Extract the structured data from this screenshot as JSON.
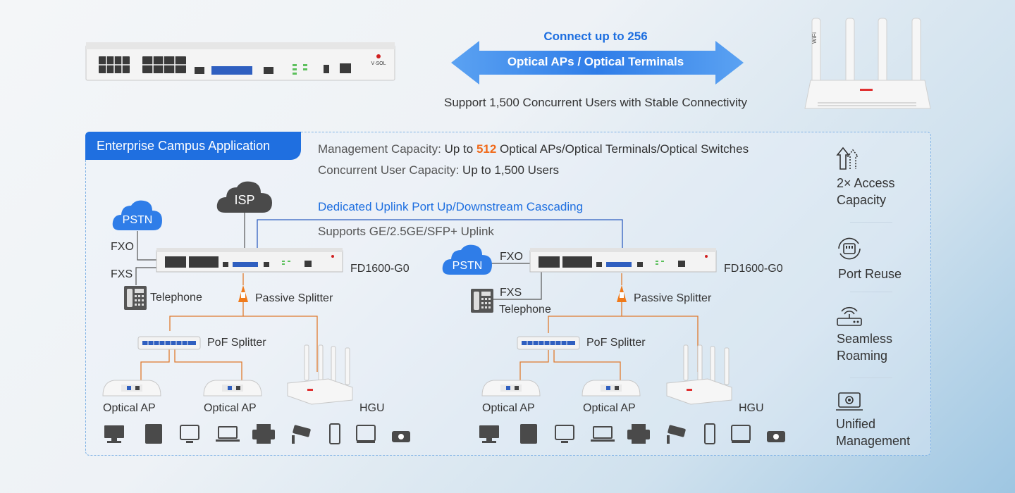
{
  "hero": {
    "connect_title": "Connect up to 256",
    "arrow_text": "Optical APs / Optical Terminals",
    "support_text": "Support 1,500 Concurrent Users with Stable Connectivity"
  },
  "panel": {
    "tab_title": "Enterprise Campus Application",
    "management_label": "Management Capacity:",
    "management_prefix": "Up to",
    "management_count": "512",
    "management_suffix": "Optical APs/Optical Terminals/Optical Switches",
    "concurrent_label": "Concurrent User Capacity:",
    "concurrent_value": "Up to 1,500 Users",
    "uplink_title": "Dedicated Uplink Port Up/Downstream Cascading",
    "uplink_sub": "Supports GE/2.5GE/SFP+ Uplink"
  },
  "left_site": {
    "isp": "ISP",
    "pstn": "PSTN",
    "fxo": "FXO",
    "fxs": "FXS",
    "device_name": "FD1600-G0",
    "telephone": "Telephone",
    "passive_splitter": "Passive Splitter",
    "pof_splitter": "PoF Splitter",
    "ap1": "Optical AP",
    "ap2": "Optical AP",
    "hgu": "HGU"
  },
  "right_site": {
    "pstn": "PSTN",
    "fxo": "FXO",
    "fxs": "FXS",
    "device_name": "FD1600-G0",
    "telephone": "Telephone",
    "passive_splitter": "Passive Splitter",
    "pof_splitter": "PoF Splitter",
    "ap1": "Optical AP",
    "ap2": "Optical AP",
    "hgu": "HGU"
  },
  "features": [
    {
      "icon": "double-arrow-up-icon",
      "label_line1": "2× Access",
      "label_line2": "Capacity"
    },
    {
      "icon": "port-reuse-icon",
      "label_line1": "Port Reuse",
      "label_line2": ""
    },
    {
      "icon": "router-roaming-icon",
      "label_line1": "Seamless",
      "label_line2": "Roaming"
    },
    {
      "icon": "laptop-management-icon",
      "label_line1": "Unified",
      "label_line2": "Management"
    }
  ],
  "end_devices": [
    "desktop-icon",
    "ip-phone-icon",
    "tv-icon",
    "laptop-icon",
    "printer-icon",
    "camera-icon",
    "smartphone-icon",
    "tablet-icon",
    "projector-icon"
  ],
  "colors": {
    "accent_blue": "#1f6fe0",
    "highlight_orange": "#f06a1a",
    "fiber_orange": "#e07a2e",
    "uplink_line": "#2f5fc0"
  },
  "device_labels": {
    "olt_brand": "V·SOL",
    "olt_model_small": "FD1600-G0",
    "router_wifi": "WiFi"
  }
}
